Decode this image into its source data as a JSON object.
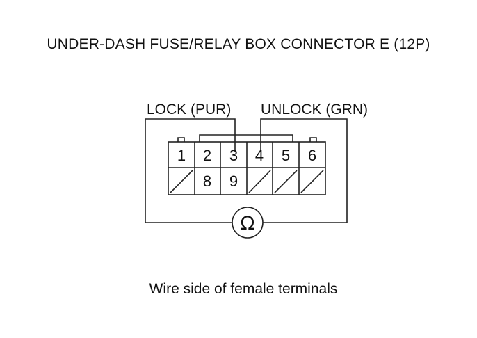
{
  "title": "UNDER-DASH FUSE/RELAY BOX CONNECTOR E (12P)",
  "wire_lock": "LOCK (PUR)",
  "wire_unlock": "UNLOCK (GRN)",
  "meter_symbol": "Ω",
  "caption": "Wire side of female terminals",
  "connector": {
    "top_row": [
      "1",
      "2",
      "3",
      "4",
      "5",
      "6"
    ],
    "bottom_row": [
      "",
      "8",
      "9",
      "",
      "",
      ""
    ]
  }
}
